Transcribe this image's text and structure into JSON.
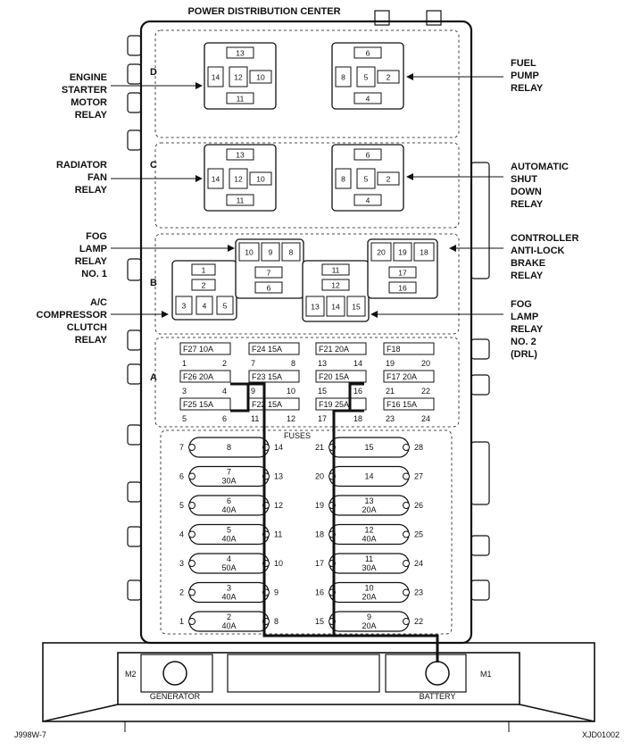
{
  "title": "POWER DISTRIBUTION CENTER",
  "footer": {
    "left": "J998W-7",
    "right": "XJD01002"
  },
  "row_letters": {
    "d": "D",
    "c": "C",
    "b": "B",
    "a": "A"
  },
  "left_labels": {
    "engine_starter": [
      "ENGINE",
      "STARTER",
      "MOTOR",
      "RELAY"
    ],
    "radiator_fan": [
      "RADIATOR",
      "FAN",
      "RELAY"
    ],
    "fog_lamp_1": [
      "FOG",
      "LAMP",
      "RELAY",
      "NO. 1"
    ],
    "ac_compressor": [
      "A/C",
      "COMPRESSOR",
      "CLUTCH",
      "RELAY"
    ]
  },
  "right_labels": {
    "fuel_pump": [
      "FUEL",
      "PUMP",
      "RELAY"
    ],
    "auto_shutdown": [
      "AUTOMATIC",
      "SHUT",
      "DOWN",
      "RELAY"
    ],
    "abs_relay": [
      "CONTROLLER",
      "ANTI-LOCK",
      "BRAKE",
      "RELAY"
    ],
    "fog_lamp_2": [
      "FOG",
      "LAMP",
      "RELAY",
      "NO. 2",
      "(DRL)"
    ]
  },
  "relays": {
    "d_left": {
      "top": "13",
      "left": "14",
      "center": "12",
      "right": "10",
      "bottom": "11"
    },
    "d_right": {
      "top": "6",
      "left": "8",
      "center": "5",
      "right": "2",
      "bottom": "4"
    },
    "c_left": {
      "top": "13",
      "left": "14",
      "center": "12",
      "right": "10",
      "bottom": "11"
    },
    "c_right": {
      "top": "6",
      "left": "8",
      "center": "5",
      "right": "2",
      "bottom": "4"
    },
    "b_ac": {
      "a": "1",
      "b": "2",
      "c": "3",
      "d": "4",
      "e": "5"
    },
    "b_fog1": {
      "a": "10",
      "b": "9",
      "c": "8",
      "d": "7",
      "e": "6"
    },
    "b_fog2": {
      "a": "11",
      "b": "12",
      "c": "13",
      "d": "14",
      "e": "15"
    },
    "b_abs": {
      "a": "20",
      "b": "19",
      "c": "18",
      "d": "17",
      "e": "16"
    }
  },
  "mini_fuses": [
    {
      "label": "F27 10A",
      "left": "1",
      "right": "2"
    },
    {
      "label": "F24 15A",
      "left": "7",
      "right": "8"
    },
    {
      "label": "F21 20A",
      "left": "13",
      "right": "14"
    },
    {
      "label": "F18",
      "left": "19",
      "right": "20"
    },
    {
      "label": "F26 20A",
      "left": "3",
      "right": "4"
    },
    {
      "label": "F23 15A",
      "left": "9",
      "right": "10"
    },
    {
      "label": "F20 15A",
      "left": "15",
      "right": "16"
    },
    {
      "label": "F17 20A",
      "left": "21",
      "right": "22"
    },
    {
      "label": "F25 15A",
      "left": "5",
      "right": "6"
    },
    {
      "label": "F22 15A",
      "left": "11",
      "right": "12"
    },
    {
      "label": "F19 25A",
      "left": "17",
      "right": "18"
    },
    {
      "label": "F16 15A",
      "left": "23",
      "right": "24"
    }
  ],
  "fuses_title": "FUSES",
  "maxi_fuses_left": [
    {
      "num": "8",
      "amp": "",
      "l": "7",
      "r": "14"
    },
    {
      "num": "7",
      "amp": "30A",
      "l": "6",
      "r": "13"
    },
    {
      "num": "6",
      "amp": "40A",
      "l": "5",
      "r": "12"
    },
    {
      "num": "5",
      "amp": "40A",
      "l": "4",
      "r": "11"
    },
    {
      "num": "4",
      "amp": "50A",
      "l": "3",
      "r": "10"
    },
    {
      "num": "3",
      "amp": "40A",
      "l": "2",
      "r": "9"
    },
    {
      "num": "2",
      "amp": "40A",
      "l": "1",
      "r": "8"
    }
  ],
  "maxi_fuses_right": [
    {
      "num": "15",
      "amp": "",
      "l": "21",
      "r": "28"
    },
    {
      "num": "14",
      "amp": "",
      "l": "20",
      "r": "27"
    },
    {
      "num": "13",
      "amp": "20A",
      "l": "19",
      "r": "26"
    },
    {
      "num": "12",
      "amp": "40A",
      "l": "18",
      "r": "25"
    },
    {
      "num": "11",
      "amp": "30A",
      "l": "17",
      "r": "24"
    },
    {
      "num": "10",
      "amp": "20A",
      "l": "16",
      "r": "23"
    },
    {
      "num": "9",
      "amp": "20A",
      "l": "15",
      "r": "22"
    }
  ],
  "base": {
    "m2": "M2",
    "m1": "M1",
    "generator": "GENERATOR",
    "battery": "BATTERY"
  }
}
